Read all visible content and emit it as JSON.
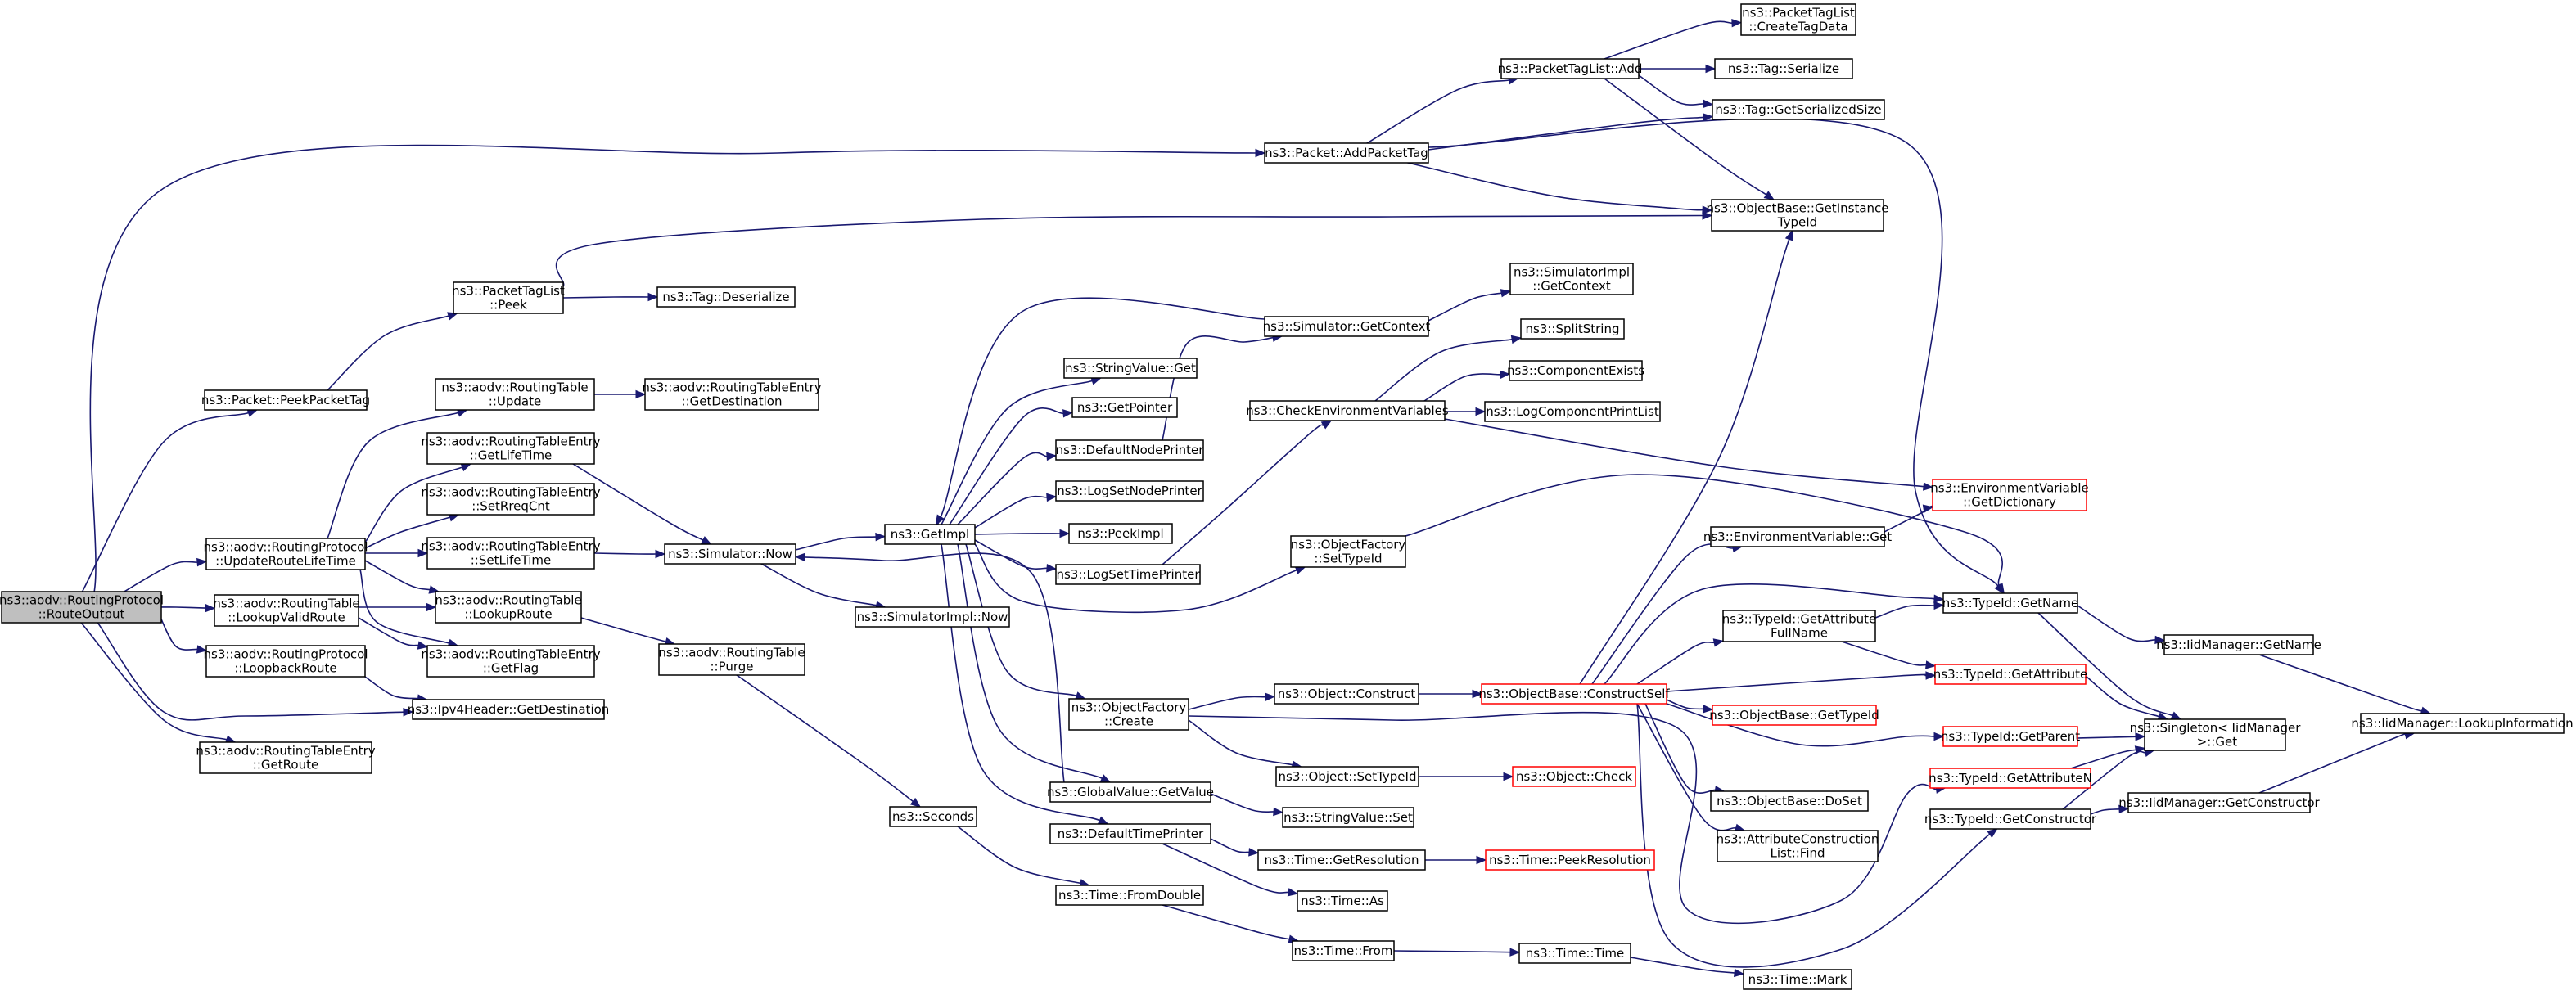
{
  "colors": {
    "edge": "#191970",
    "root_fill": "#bfbfbf",
    "node_border": "#000000",
    "truncated_border": "#ff0000"
  },
  "nodes": {
    "root": [
      "ns3::aodv::RoutingProtocol",
      "::RouteOutput"
    ],
    "peekPacketTag": [
      "ns3::Packet::PeekPacketTag"
    ],
    "updateRouteLifeTime": [
      "ns3::aodv::RoutingProtocol",
      "::UpdateRouteLifeTime"
    ],
    "lookupValidRoute": [
      "ns3::aodv::RoutingTable",
      "::LookupValidRoute"
    ],
    "loopbackRoute": [
      "ns3::aodv::RoutingProtocol",
      "::LoopbackRoute"
    ],
    "getRoute": [
      "ns3::aodv::RoutingTableEntry",
      "::GetRoute"
    ],
    "ptlPeek": [
      "ns3::PacketTagList",
      "::Peek"
    ],
    "rtUpdate": [
      "ns3::aodv::RoutingTable",
      "::Update"
    ],
    "rteGetLifeTime": [
      "ns3::aodv::RoutingTableEntry",
      "::GetLifeTime"
    ],
    "rteSetRreqCnt": [
      "ns3::aodv::RoutingTableEntry",
      "::SetRreqCnt"
    ],
    "rteSetLifeTime": [
      "ns3::aodv::RoutingTableEntry",
      "::SetLifeTime"
    ],
    "rtLookupRoute": [
      "ns3::aodv::RoutingTable",
      "::LookupRoute"
    ],
    "rteGetFlag": [
      "ns3::aodv::RoutingTableEntry",
      "::GetFlag"
    ],
    "ipv4GetDest": [
      "ns3::Ipv4Header::GetDestination"
    ],
    "tagDeserialize": [
      "ns3::Tag::Deserialize"
    ],
    "rteGetDestination": [
      "ns3::aodv::RoutingTableEntry",
      "::GetDestination"
    ],
    "simNow": [
      "ns3::Simulator::Now"
    ],
    "simImplNow": [
      "ns3::SimulatorImpl::Now"
    ],
    "rtPurge": [
      "ns3::aodv::RoutingTable",
      "::Purge"
    ],
    "seconds": [
      "ns3::Seconds"
    ],
    "getImpl": [
      "ns3::GetImpl"
    ],
    "stringValueGet": [
      "ns3::StringValue::Get"
    ],
    "getPointer": [
      "ns3::GetPointer"
    ],
    "defaultNodePrinter": [
      "ns3::DefaultNodePrinter"
    ],
    "logSetNodePrinter": [
      "ns3::LogSetNodePrinter"
    ],
    "peekImpl": [
      "ns3::PeekImpl"
    ],
    "logSetTimePrinter": [
      "ns3::LogSetTimePrinter"
    ],
    "objFactoryCreate": [
      "ns3::ObjectFactory",
      "::Create"
    ],
    "globalValueGetValue": [
      "ns3::GlobalValue::GetValue"
    ],
    "defaultTimePrinter": [
      "ns3::DefaultTimePrinter"
    ],
    "timeFromDouble": [
      "ns3::Time::FromDouble"
    ],
    "packetAddPacketTag": [
      "ns3::Packet::AddPacketTag"
    ],
    "simGetContext": [
      "ns3::Simulator::GetContext"
    ],
    "checkEnvVars": [
      "ns3::CheckEnvironmentVariables"
    ],
    "objFactorySetTypeId": [
      "ns3::ObjectFactory",
      "::SetTypeId"
    ],
    "objectConstruct": [
      "ns3::Object::Construct"
    ],
    "objectSetTypeId": [
      "ns3::Object::SetTypeId"
    ],
    "stringValueSet": [
      "ns3::StringValue::Set"
    ],
    "timeGetResolution": [
      "ns3::Time::GetResolution"
    ],
    "timeAs": [
      "ns3::Time::As"
    ],
    "timeFrom": [
      "ns3::Time::From"
    ],
    "ptlAdd": [
      "ns3::PacketTagList::Add"
    ],
    "simImplGetContext": [
      "ns3::SimulatorImpl",
      "::GetContext"
    ],
    "splitString": [
      "ns3::SplitString"
    ],
    "componentExists": [
      "ns3::ComponentExists"
    ],
    "logComponentPrintList": [
      "ns3::LogComponentPrintList"
    ],
    "objBaseConstructSelf": [
      "ns3::ObjectBase::ConstructSelf"
    ],
    "objectCheck": [
      "ns3::Object::Check"
    ],
    "timePeekResolution": [
      "ns3::Time::PeekResolution"
    ],
    "timeTime": [
      "ns3::Time::Time"
    ],
    "ptlCreateTagData": [
      "ns3::PacketTagList",
      "::CreateTagData"
    ],
    "tagSerialize": [
      "ns3::Tag::Serialize"
    ],
    "tagGetSerializedSize": [
      "ns3::Tag::GetSerializedSize"
    ],
    "objBaseGetInstanceTypeId": [
      "ns3::ObjectBase::GetInstance",
      "TypeId"
    ],
    "envVarGet": [
      "ns3::EnvironmentVariable::Get"
    ],
    "typeIdGetAttrFullName": [
      "ns3::TypeId::GetAttribute",
      "FullName"
    ],
    "objBaseGetTypeId": [
      "ns3::ObjectBase::GetTypeId"
    ],
    "objBaseDoSet": [
      "ns3::ObjectBase::DoSet"
    ],
    "attrConstructionListFind": [
      "ns3::AttributeConstruction",
      "List::Find"
    ],
    "timeMark": [
      "ns3::Time::Mark"
    ],
    "envVarGetDictionary": [
      "ns3::EnvironmentVariable",
      "::GetDictionary"
    ],
    "typeIdGetName": [
      "ns3::TypeId::GetName"
    ],
    "typeIdGetAttribute": [
      "ns3::TypeId::GetAttribute"
    ],
    "typeIdGetParent": [
      "ns3::TypeId::GetParent"
    ],
    "typeIdGetAttributeN": [
      "ns3::TypeId::GetAttributeN"
    ],
    "typeIdGetConstructor": [
      "ns3::TypeId::GetConstructor"
    ],
    "iidManagerGetName": [
      "ns3::IidManager::GetName"
    ],
    "singletonGet": [
      "ns3::Singleton< IidManager",
      " >::Get"
    ],
    "iidManagerGetConstructor": [
      "ns3::IidManager::GetConstructor"
    ],
    "iidManagerLookupInfo": [
      "ns3::IidManager::LookupInformation"
    ]
  }
}
